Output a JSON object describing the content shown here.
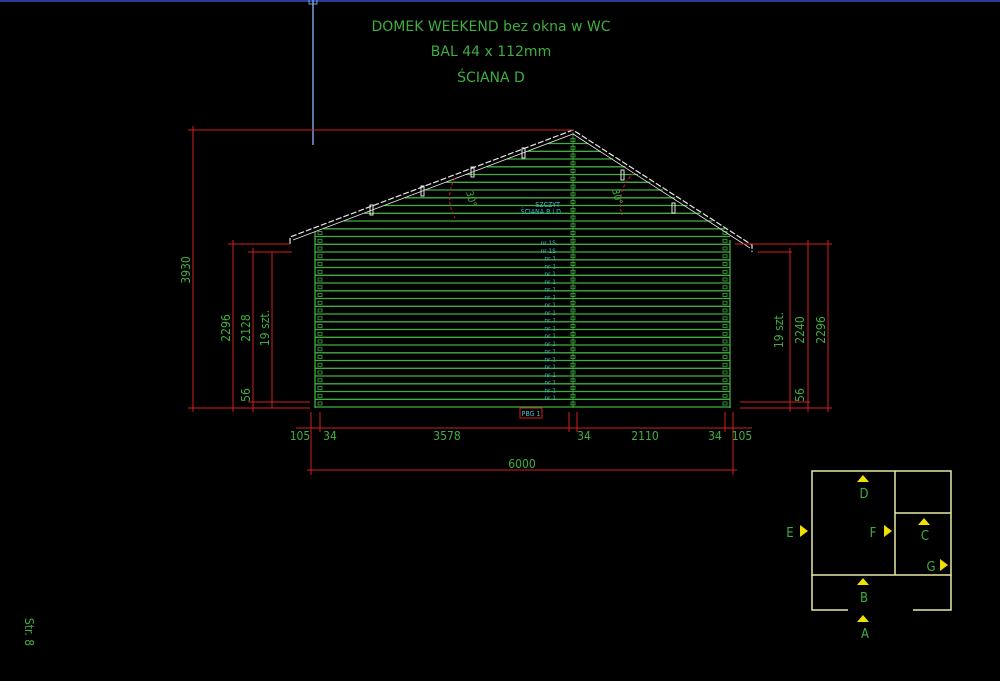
{
  "title": {
    "line1": "DOMEK WEEKEND bez okna w WC",
    "line2": "BAL 44 x 112mm",
    "line3": "ŚCIANA D"
  },
  "page_label": "Str. 8",
  "colors": {
    "logs": "#3fae3f",
    "dimensions": "#d02020",
    "roof": "#e8e8e8",
    "labels": "#3ac0c8",
    "key_plan": "#e8e8a0",
    "arrows": "#f0e000",
    "cursor": "#7aa0d8"
  },
  "gable": {
    "label1": "SZCZYT",
    "label2": "ŚCIANA B i D",
    "angle_left": "30°",
    "angle_right": "30°"
  },
  "log_labels": [
    "nr 1S",
    "nr 1S",
    "nr 1",
    "nr 1",
    "nr 1",
    "nr 1",
    "nr 1",
    "nr 1",
    "nr 1",
    "nr 1",
    "nr 1",
    "nr 1",
    "nr 1",
    "nr 1",
    "nr 1",
    "nr 1",
    "nr 1",
    "nr 1",
    "nr 1",
    "nr 1",
    "nr 1"
  ],
  "base_label": "PBG 1",
  "dimensions": {
    "left": {
      "total": "3930",
      "wall": "2296",
      "inner": "2128",
      "count": "19 szt.",
      "bottom": "56"
    },
    "right": {
      "count": "19 szt.",
      "inner": "2240",
      "wall": "2296",
      "bottom": "56"
    },
    "bottom": [
      "105",
      "34",
      "3578",
      "34",
      "2110",
      "34",
      "105"
    ],
    "overall": "6000"
  },
  "key_plan": {
    "labels": [
      "D",
      "E",
      "F",
      "C",
      "G",
      "B",
      "A"
    ]
  }
}
